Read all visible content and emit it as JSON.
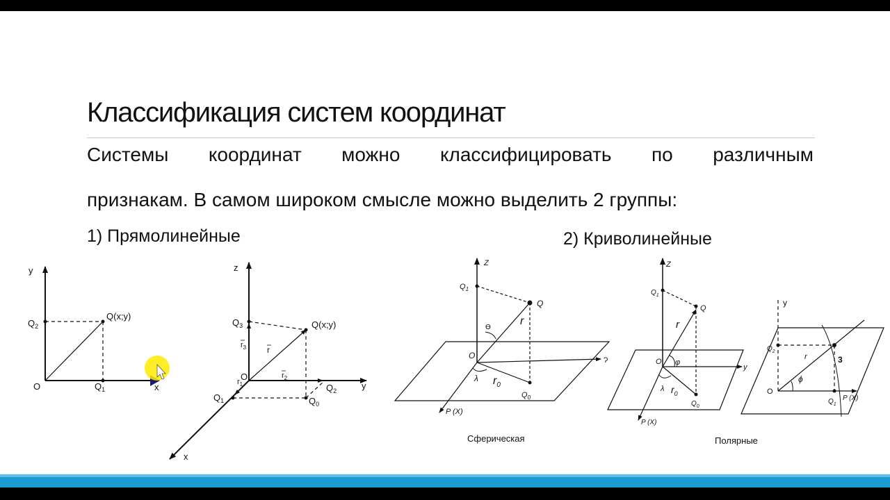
{
  "slide": {
    "title": "Классификация систем координат",
    "paragraph_line1_words": [
      "Системы",
      "координат",
      "можно",
      "классифицировать",
      "по",
      "различным"
    ],
    "paragraph_line2": "признакам. В самом широком смысле можно выделить 2 группы:",
    "group1_label": "1) Прямолинейные",
    "group2_label": "2) Криволинейные"
  },
  "diagrams": {
    "cartesian_2d": {
      "axis_y": "y",
      "axis_x": "x",
      "origin": "O",
      "q2": "Q",
      "q2_sub": "2",
      "q1": "Q",
      "q1_sub": "1",
      "point": "Q(x;y)"
    },
    "cartesian_3d": {
      "axis_z": "z",
      "axis_y": "y",
      "axis_x": "x",
      "origin": "O",
      "q3": "Q",
      "q3_sub": "3",
      "q2": "Q",
      "q2_sub": "2",
      "q1": "Q",
      "q1_sub": "1",
      "q0": "Q",
      "q0_sub": "0",
      "point": "Q(x;y)",
      "r": "r",
      "r1": "r",
      "r1_sub": "1",
      "r2": "r",
      "r2_sub": "2",
      "r3": "r",
      "r3_sub": "3"
    },
    "spherical": {
      "axis_z": "Z",
      "q1": "Q",
      "q1_sub": "1",
      "q": "Q",
      "r": "r",
      "theta": "ϴ",
      "origin": "O",
      "lambda": "λ",
      "r0": "r",
      "r0_sub": "0",
      "q0": "Q",
      "q0_sub": "0",
      "px": "P (X)",
      "y_partial": "Ɂ",
      "caption": "Сферическая"
    },
    "polar_3d": {
      "axis_z": "Z",
      "q1": "Q",
      "q1_sub": "1",
      "q": "Q",
      "r": "r",
      "origin": "O",
      "phi": "φ",
      "axis_y": "y",
      "lambda": "λ",
      "r0": "r",
      "r0_sub": "0",
      "q0": "Q",
      "q0_sub": "0",
      "px": "P (X)"
    },
    "polar_2d": {
      "axis_y": "y",
      "q2": "Q",
      "q2_sub": "2",
      "r": "r",
      "mark": "3",
      "origin": "O",
      "phi": "ϕ",
      "q1": "Q",
      "q1_sub": "1",
      "px": "P (X)",
      "caption": "Полярные"
    }
  },
  "colors": {
    "top_bar": "#000000",
    "bottom_stripe": "#1b9bd3",
    "cursor_highlight": "#ffeb00",
    "arrow_accent": "#1b1b6e"
  },
  "icons": {
    "cursor": "mouse-pointer-icon"
  }
}
